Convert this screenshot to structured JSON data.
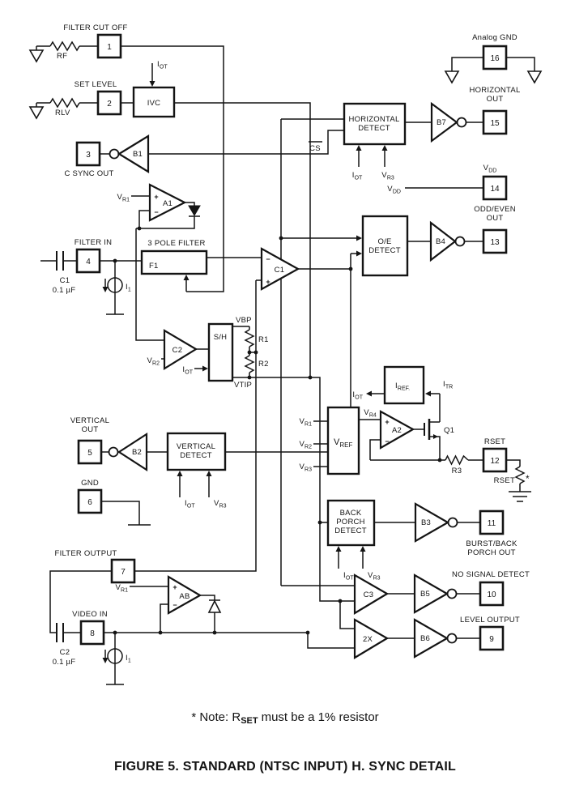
{
  "pins": {
    "p1": {
      "num": "1",
      "label": "FILTER CUT OFF"
    },
    "p2": {
      "num": "2",
      "label": "SET LEVEL"
    },
    "p3": {
      "num": "3",
      "label": "C SYNC OUT"
    },
    "p4": {
      "num": "4",
      "label": "FILTER IN"
    },
    "p5": {
      "num": "5",
      "label1": "VERTICAL",
      "label2": "OUT"
    },
    "p6": {
      "num": "6",
      "label": "GND"
    },
    "p7": {
      "num": "7",
      "label": "FILTER OUTPUT"
    },
    "p8": {
      "num": "8",
      "label": "VIDEO IN"
    },
    "p9": {
      "num": "9",
      "label": "LEVEL OUTPUT"
    },
    "p10": {
      "num": "10",
      "label": "NO SIGNAL DETECT"
    },
    "p11": {
      "num": "11",
      "label1": "BURST/BACK",
      "label2": "PORCH OUT"
    },
    "p12": {
      "num": "12",
      "label": "RSET"
    },
    "p13": {
      "num": "13",
      "label1": "ODD/EVEN",
      "label2": "OUT"
    },
    "p14": {
      "num": "14"
    },
    "p15": {
      "num": "15",
      "label1": "HORIZONTAL",
      "label2": "OUT"
    },
    "p16": {
      "num": "16",
      "label": "Analog GND"
    }
  },
  "blocks": {
    "ivc": "IVC",
    "filter_title": "3 POLE FILTER",
    "f1": "F1",
    "sh": "S/H",
    "hd1": "HORIZONTAL",
    "hd2": "DETECT",
    "oe1": "O/E",
    "oe2": "DETECT",
    "vd1": "VERTICAL",
    "vd2": "DETECT",
    "bp1": "BACK",
    "bp2": "PORCH",
    "bp3": "DETECT",
    "iref": {
      "m": "I",
      "s": "REF."
    },
    "vref": {
      "m": "V",
      "s": "REF"
    }
  },
  "amps": {
    "a1": "A1",
    "a2": "A2",
    "ab": "AB",
    "b1": "B1",
    "b2": "B2",
    "b3": "B3",
    "b4": "B4",
    "b5": "B5",
    "b6": "B6",
    "b7": "B7",
    "c1": "C1",
    "c2": "C2",
    "c3": "C3",
    "x2": "2X",
    "plus": "+",
    "minus": "−"
  },
  "sym": {
    "iot": {
      "m": "I",
      "s": "OT"
    },
    "itr": {
      "m": "I",
      "s": "TR"
    },
    "vr1": {
      "m": "V",
      "s": "R1"
    },
    "vr2": {
      "m": "V",
      "s": "R2"
    },
    "vr3": {
      "m": "V",
      "s": "R3"
    },
    "vr4": {
      "m": "V",
      "s": "R4"
    },
    "vdd": {
      "m": "V",
      "s": "DD"
    },
    "i1": {
      "m": "I",
      "s": "1"
    },
    "cs": "CS",
    "vbp": "VBP",
    "vtip": "VTIP",
    "r1": "R1",
    "r2": "R2",
    "r3": "R3",
    "rf": "RF",
    "rlv": "RLV",
    "rset": "RSET",
    "star": "*",
    "c1": "C1",
    "c2": "C2",
    "capval": "0.1 µF",
    "q1": "Q1"
  },
  "note": {
    "part1": "* Note: R",
    "sub": "SET",
    "part2": "must be a 1% resistor"
  },
  "caption": "FIGURE 5.  STANDARD (NTSC INPUT) H. SYNC DETAIL"
}
